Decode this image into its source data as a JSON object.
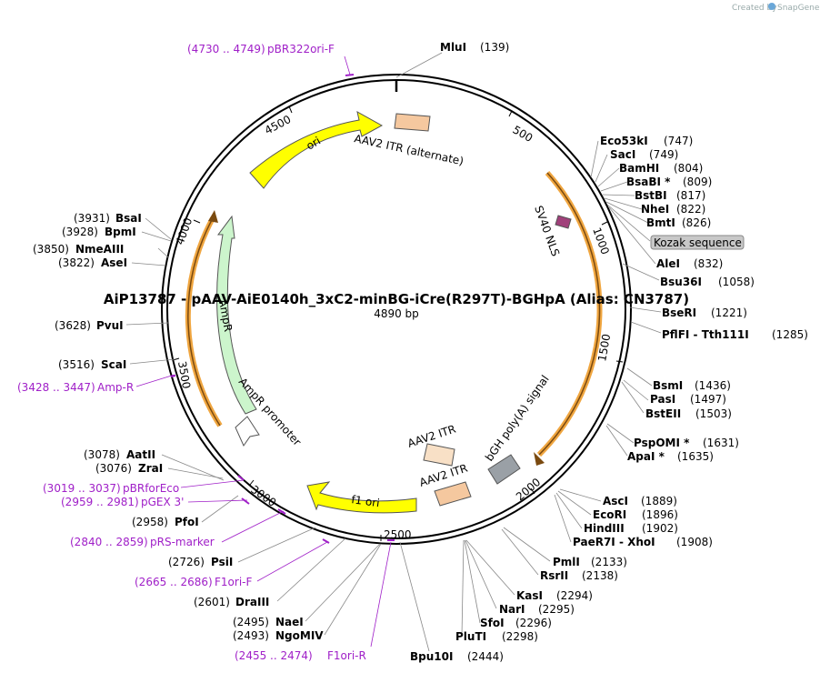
{
  "credit": "Created by",
  "brand": "SnapGene",
  "title": "AiP13787 - pAAV-AiE0140h_3xC2-minBG-iCre(R297T)-BGHpA (Alias: CN3787)",
  "length_label": "4890 bp",
  "ticks": [
    "500",
    "1000",
    "1500",
    "2000",
    "2500",
    "3000",
    "3500",
    "4000",
    "4500"
  ],
  "features": [
    {
      "label": "ori",
      "color": "#ffff00"
    },
    {
      "label": "AmpR",
      "color": "#ccf5cc"
    },
    {
      "label": "AmpR promoter",
      "color": "#ffffff"
    },
    {
      "label": "f1 ori",
      "color": "#ffff00"
    },
    {
      "label": "AAV2 ITR (alternate)",
      "color": "#f5c89f"
    },
    {
      "label": "AAV2 ITR",
      "color": "#f8e0c6"
    },
    {
      "label": "AAV2 ITR",
      "color": "#f5c89f"
    },
    {
      "label": "bGH poly(A) signal",
      "color": "#9aa0a6"
    },
    {
      "label": "SV40 NLS",
      "color": "#a0407a"
    },
    {
      "label": "Kozak sequence",
      "color": "#c8c8c8"
    }
  ],
  "enzymes": [
    {
      "name": "MluI",
      "pos": "(139)"
    },
    {
      "name": "Eco53kI",
      "pos": "(747)"
    },
    {
      "name": "SacI",
      "pos": "(749)"
    },
    {
      "name": "BamHI",
      "pos": "(804)"
    },
    {
      "name": "BsaBI *",
      "pos": "(809)"
    },
    {
      "name": "BstBI",
      "pos": "(817)"
    },
    {
      "name": "NheI",
      "pos": "(822)"
    },
    {
      "name": "BmtI",
      "pos": "(826)"
    },
    {
      "name": "AleI",
      "pos": "(832)"
    },
    {
      "name": "Bsu36I",
      "pos": "(1058)"
    },
    {
      "name": "BseRI",
      "pos": "(1221)"
    },
    {
      "name": "PflFI - Tth111I",
      "pos": "(1285)"
    },
    {
      "name": "BsmI",
      "pos": "(1436)"
    },
    {
      "name": "PasI",
      "pos": "(1497)"
    },
    {
      "name": "BstEII",
      "pos": "(1503)"
    },
    {
      "name": "PspOMI *",
      "pos": "(1631)"
    },
    {
      "name": "ApaI *",
      "pos": "(1635)"
    },
    {
      "name": "AscI",
      "pos": "(1889)"
    },
    {
      "name": "EcoRI",
      "pos": "(1896)"
    },
    {
      "name": "HindIII",
      "pos": "(1902)"
    },
    {
      "name": "PaeR7I - XhoI",
      "pos": "(1908)"
    },
    {
      "name": "PmlI",
      "pos": "(2133)"
    },
    {
      "name": "RsrII",
      "pos": "(2138)"
    },
    {
      "name": "KasI",
      "pos": "(2294)"
    },
    {
      "name": "NarI",
      "pos": "(2295)"
    },
    {
      "name": "SfoI",
      "pos": "(2296)"
    },
    {
      "name": "PluTI",
      "pos": "(2298)"
    },
    {
      "name": "Bpu10I",
      "pos": "(2444)"
    },
    {
      "name": "NaeI",
      "pos": "(2495)"
    },
    {
      "name": "NgoMIV",
      "pos": "(2493)"
    },
    {
      "name": "DraIII",
      "pos": "(2601)"
    },
    {
      "name": "PsiI",
      "pos": "(2726)"
    },
    {
      "name": "PfoI",
      "pos": "(2958)"
    },
    {
      "name": "AatII",
      "pos": "(3078)"
    },
    {
      "name": "ZraI",
      "pos": "(3076)"
    },
    {
      "name": "ScaI",
      "pos": "(3516)"
    },
    {
      "name": "PvuI",
      "pos": "(3628)"
    },
    {
      "name": "AseI",
      "pos": "(3822)"
    },
    {
      "name": "NmeAIII",
      "pos": "(3850)"
    },
    {
      "name": "BpmI",
      "pos": "(3928)"
    },
    {
      "name": "BsaI",
      "pos": "(3931)"
    }
  ],
  "primers": [
    {
      "range": "(4730 .. 4749)",
      "name": "pBR322ori-F"
    },
    {
      "range": "(3428 .. 3447)",
      "name": "Amp-R"
    },
    {
      "range": "(3019 .. 3037)",
      "name": "pBRforEco"
    },
    {
      "range": "(2959 .. 2981)",
      "name": "pGEX 3'"
    },
    {
      "range": "(2840 .. 2859)",
      "name": "pRS-marker"
    },
    {
      "range": "(2665 .. 2686)",
      "name": "F1ori-F"
    },
    {
      "range": "(2455 .. 2474)",
      "name": "F1ori-R"
    }
  ]
}
